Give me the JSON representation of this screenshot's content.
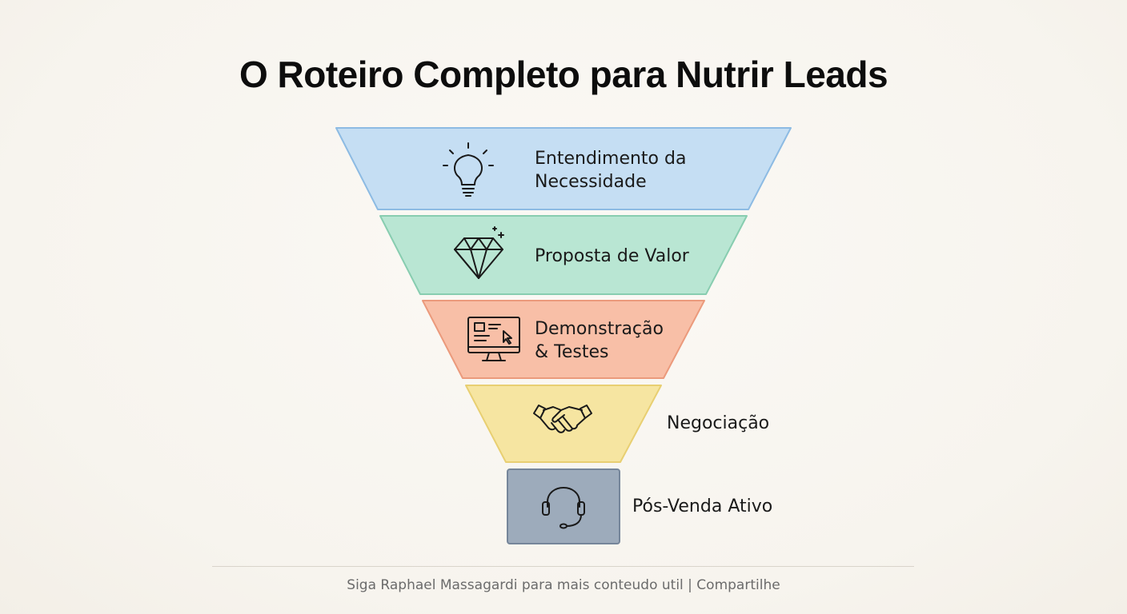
{
  "title": "O Roteiro Completo para Nutrir Leads",
  "stages": [
    {
      "lines": [
        "Entendimento da",
        "Necessidade"
      ],
      "icon": "lightbulb-icon",
      "fill": "#c5def3",
      "stroke": "#8dbbe3"
    },
    {
      "lines": [
        "Proposta de Valor"
      ],
      "icon": "diamond-icon",
      "fill": "#b9e6d3",
      "stroke": "#88cdb0"
    },
    {
      "lines": [
        "Demonstração",
        "& Testes"
      ],
      "icon": "monitor-icon",
      "fill": "#f8bfa7",
      "stroke": "#eb9a7c"
    },
    {
      "lines": [
        "Negociação"
      ],
      "icon": "handshake-icon",
      "fill": "#f6e5a1",
      "stroke": "#e8cf72"
    },
    {
      "lines": [
        "Pós-Venda Ativo"
      ],
      "icon": "headset-icon",
      "fill": "#9dabbb",
      "stroke": "#76869a"
    }
  ],
  "footer": "Siga Raphael Massagardi para mais conteudo util | Compartilhe"
}
